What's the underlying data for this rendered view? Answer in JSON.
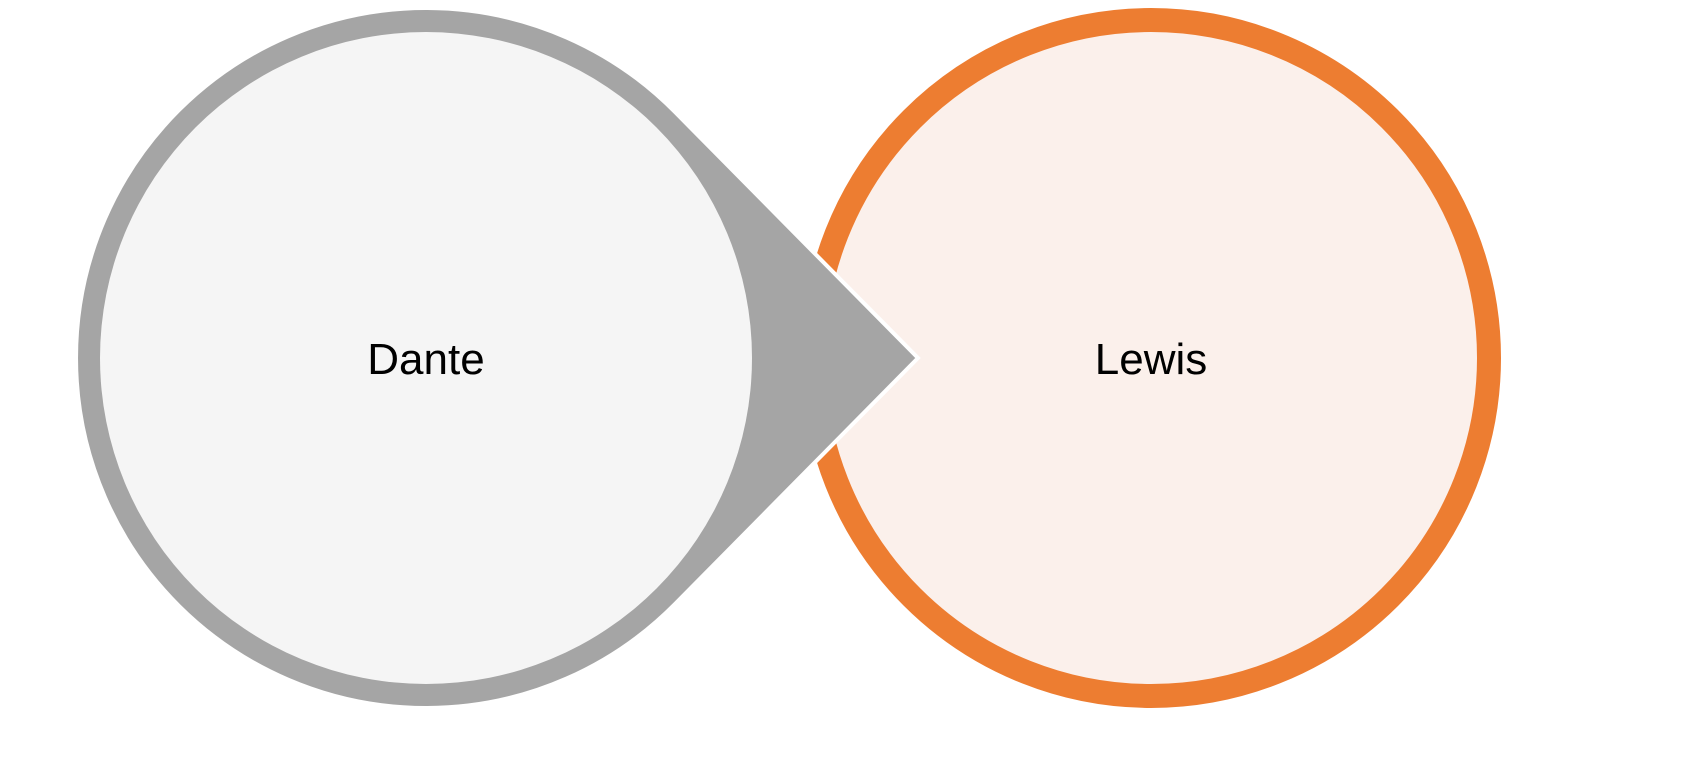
{
  "diagram": {
    "nodes": [
      {
        "id": "left",
        "label": "Dante",
        "ring_color": "#A5A5A5",
        "fill_color": "#F5F5F5"
      },
      {
        "id": "right",
        "label": "Lewis",
        "ring_color": "#ED7D31",
        "fill_color": "#FBF0EB"
      }
    ],
    "connection": {
      "from": "left",
      "to": "right",
      "style": "pointer"
    }
  }
}
